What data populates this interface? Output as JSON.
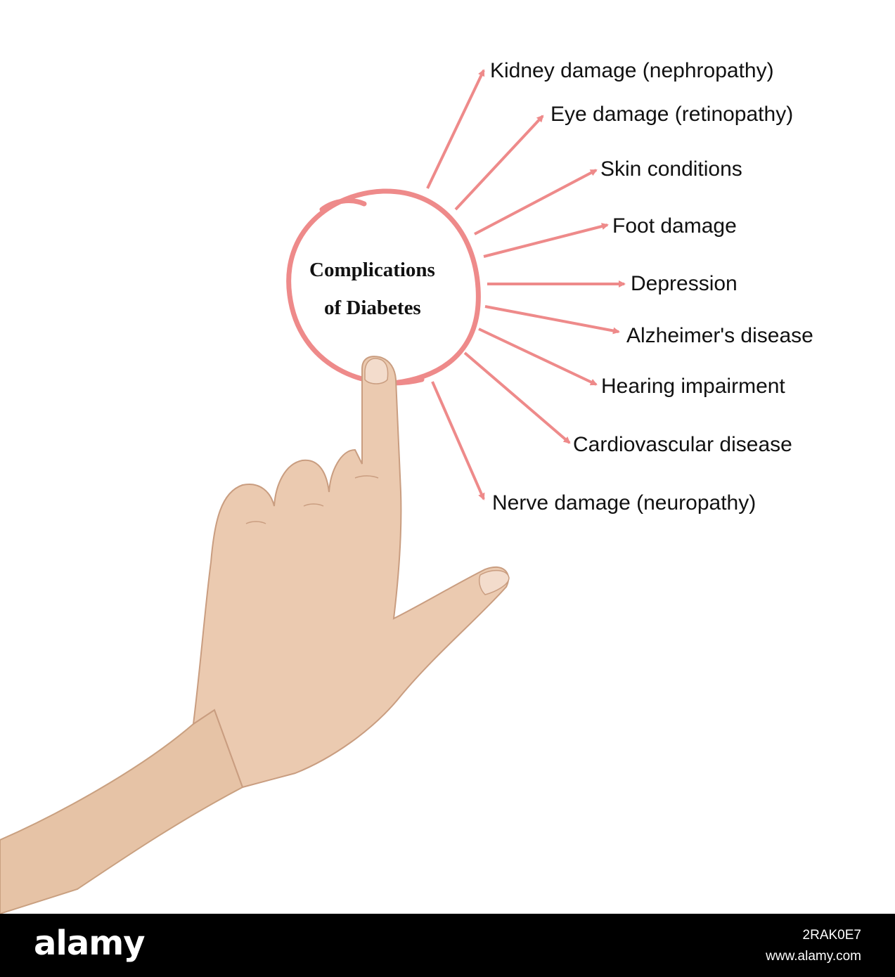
{
  "diagram": {
    "center_title_line1": "Complications",
    "center_title_line2": "of Diabetes",
    "accent_color": "#ee8a8a",
    "outcomes": [
      "Kidney damage (nephropathy)",
      "Eye damage (retinopathy)",
      "Skin conditions",
      "Foot damage",
      "Depression",
      "Alzheimer's disease",
      "Hearing impairment",
      "Cardiovascular disease",
      "Nerve damage (neuropathy)"
    ]
  },
  "footer": {
    "logo": "alamy",
    "image_id": "2RAK0E7",
    "site": "www.alamy.com",
    "background_color": "#000000"
  },
  "watermark": "alamy"
}
